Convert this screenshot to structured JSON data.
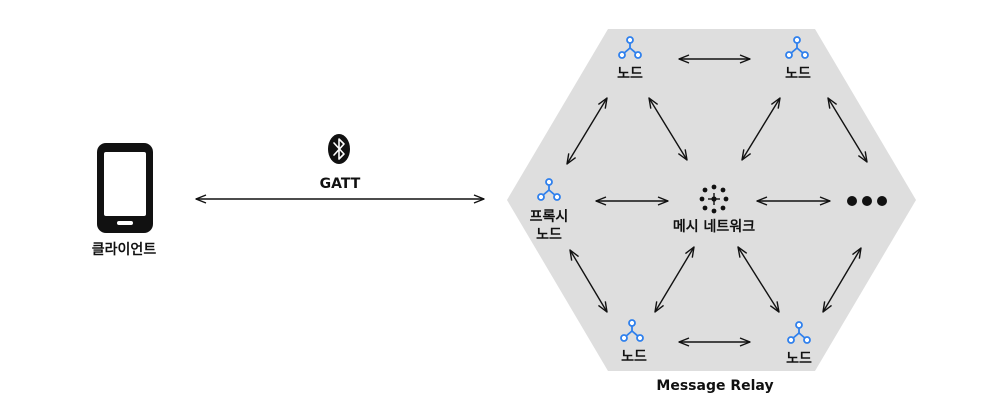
{
  "client": {
    "label": "클라이언트",
    "icon": "smartphone-icon"
  },
  "link": {
    "label": "GATT",
    "icon": "bluetooth-icon"
  },
  "mesh": {
    "caption": "Message Relay",
    "center_label": "메시 네트워크",
    "center_icon": "mesh-network-icon",
    "node_label": "노드",
    "node_icon": "node-icon",
    "proxy_label_line1": "프록시",
    "proxy_label_line2": "노드",
    "more_icon": "ellipsis-icon"
  },
  "colors": {
    "hexagon_fill": "#dedede",
    "node_icon": "#2f80ed",
    "text": "#111111",
    "arrow": "#111111"
  }
}
